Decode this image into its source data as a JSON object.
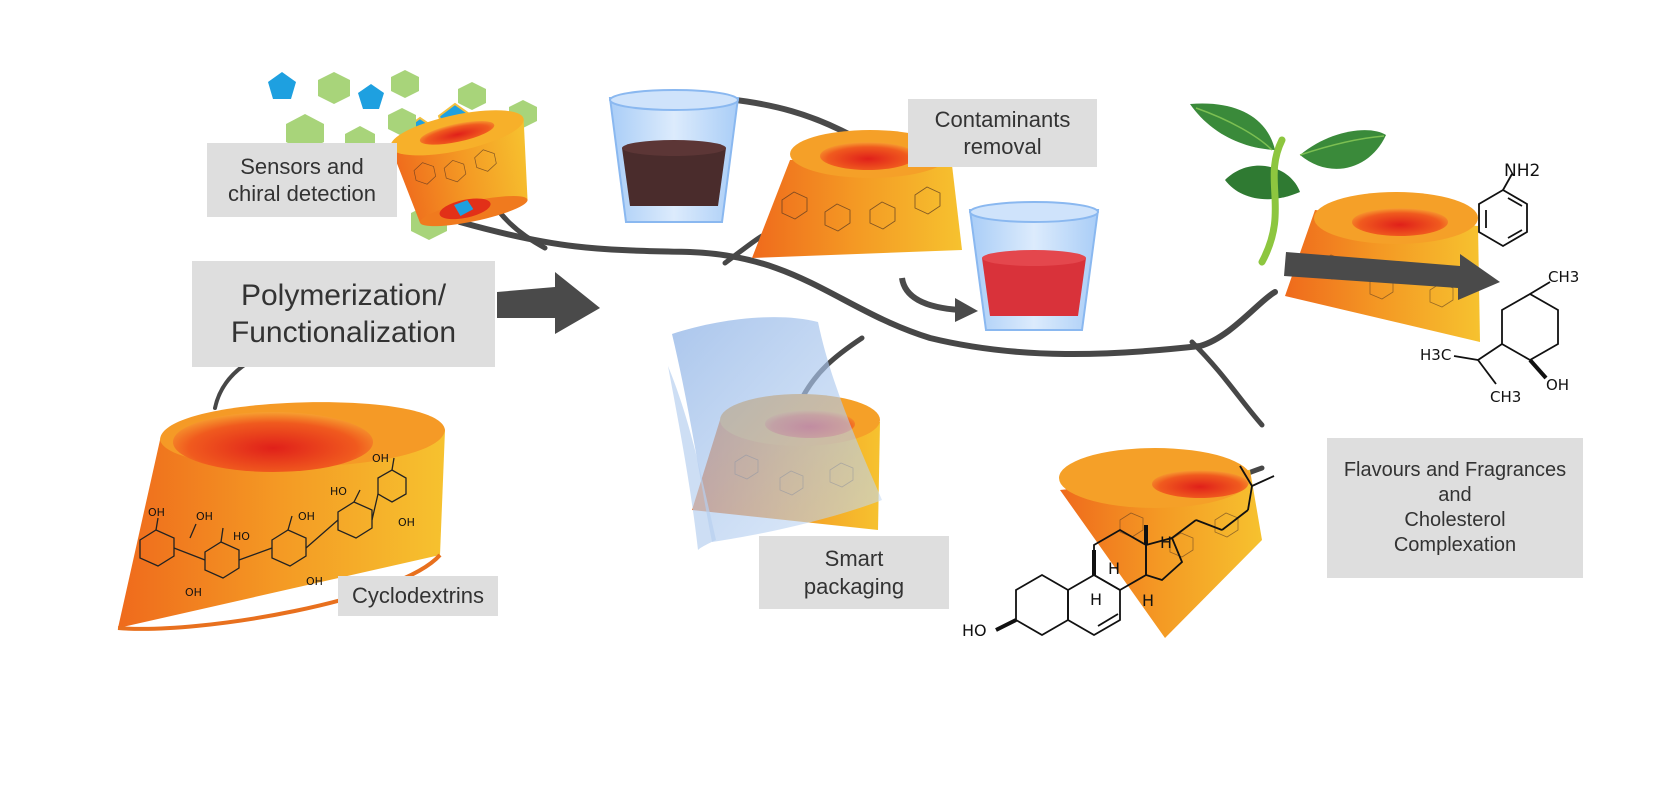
{
  "labels": {
    "sensors": "Sensors and\nchiral detection",
    "polymerization": "Polymerization/\nFunctionalization",
    "cyclodextrins": "Cyclodextrins",
    "contaminants": "Contaminants\nremoval",
    "smart_packaging": "Smart\npackaging",
    "flavours": "Flavours and Fragrances\nand\nCholesterol\nComplexation"
  },
  "molecule_atoms": {
    "oh": "OH",
    "ho": "HO",
    "h": "H",
    "nh2": "NH2",
    "ch3": "CH3",
    "h3c": "H3C"
  },
  "colors": {
    "cone_orange": "#f28a1e",
    "cone_yellow": "#f6c22f",
    "cone_red_inner": "#e8301a",
    "connector": "#444444",
    "label_bg": "#dedede",
    "glass_blue": "#8ab8f0",
    "dark_liquid": "#4a2c2c",
    "red_liquid": "#d9323a",
    "leaf_green": "#3a8a3a",
    "molecule_green": "#a8d47a",
    "molecule_blue": "#1ea0e0"
  }
}
